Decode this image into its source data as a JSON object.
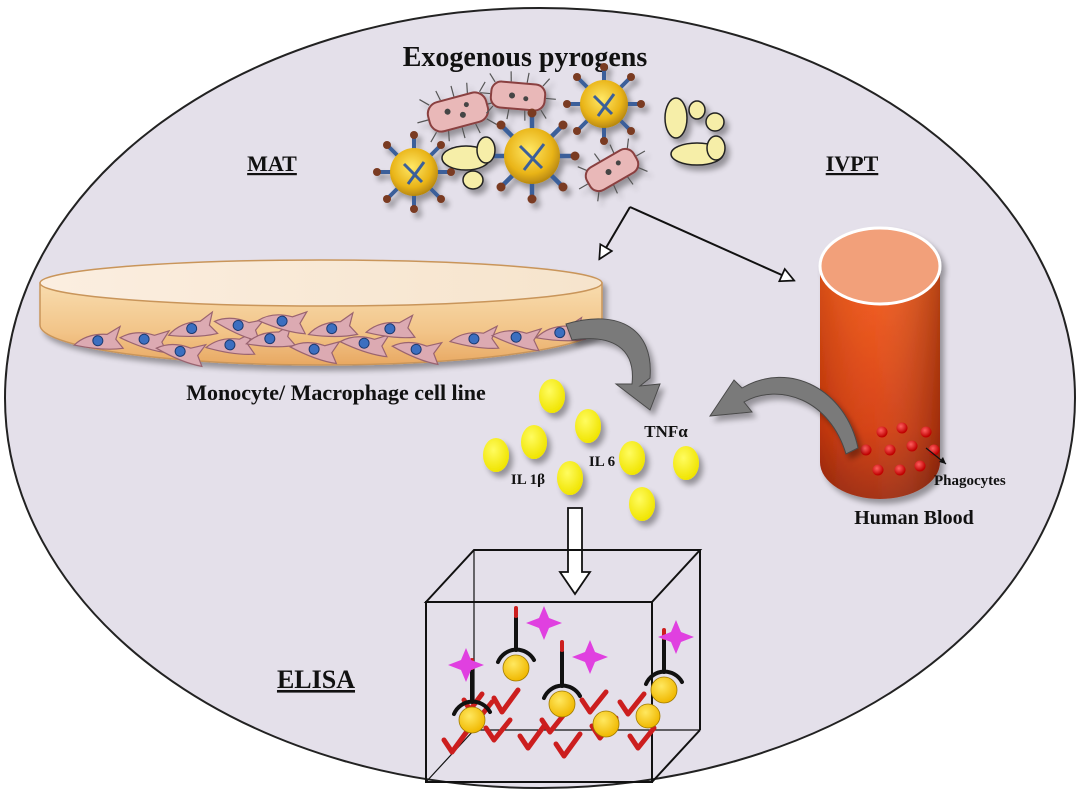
{
  "title": "Exogenous pyrogens",
  "method_labels": {
    "mat": "MAT",
    "ivpt": "IVPT",
    "elisa": "ELISA"
  },
  "cell_culture": {
    "label": "Monocyte/ Macrophage cell line"
  },
  "blood_tube": {
    "label": "Human Blood",
    "phagocytes_label": "Phagocytes"
  },
  "cytokines": {
    "il1b": "IL 1β",
    "il6": "IL 6",
    "tnfa": "TNFα"
  },
  "colors": {
    "background_ellipse": "#e4e0ea",
    "cytokine": "#f3ef10",
    "tube_blood": "#d93a10",
    "tube_top": "#f2a07a",
    "dish": "#f6d6a2",
    "cell": "#d9aab0",
    "nucleus": "#3c6fc0",
    "antibody_y": "#cc1e1e",
    "star": "#e040e0",
    "arrow_gray": "#707070"
  }
}
